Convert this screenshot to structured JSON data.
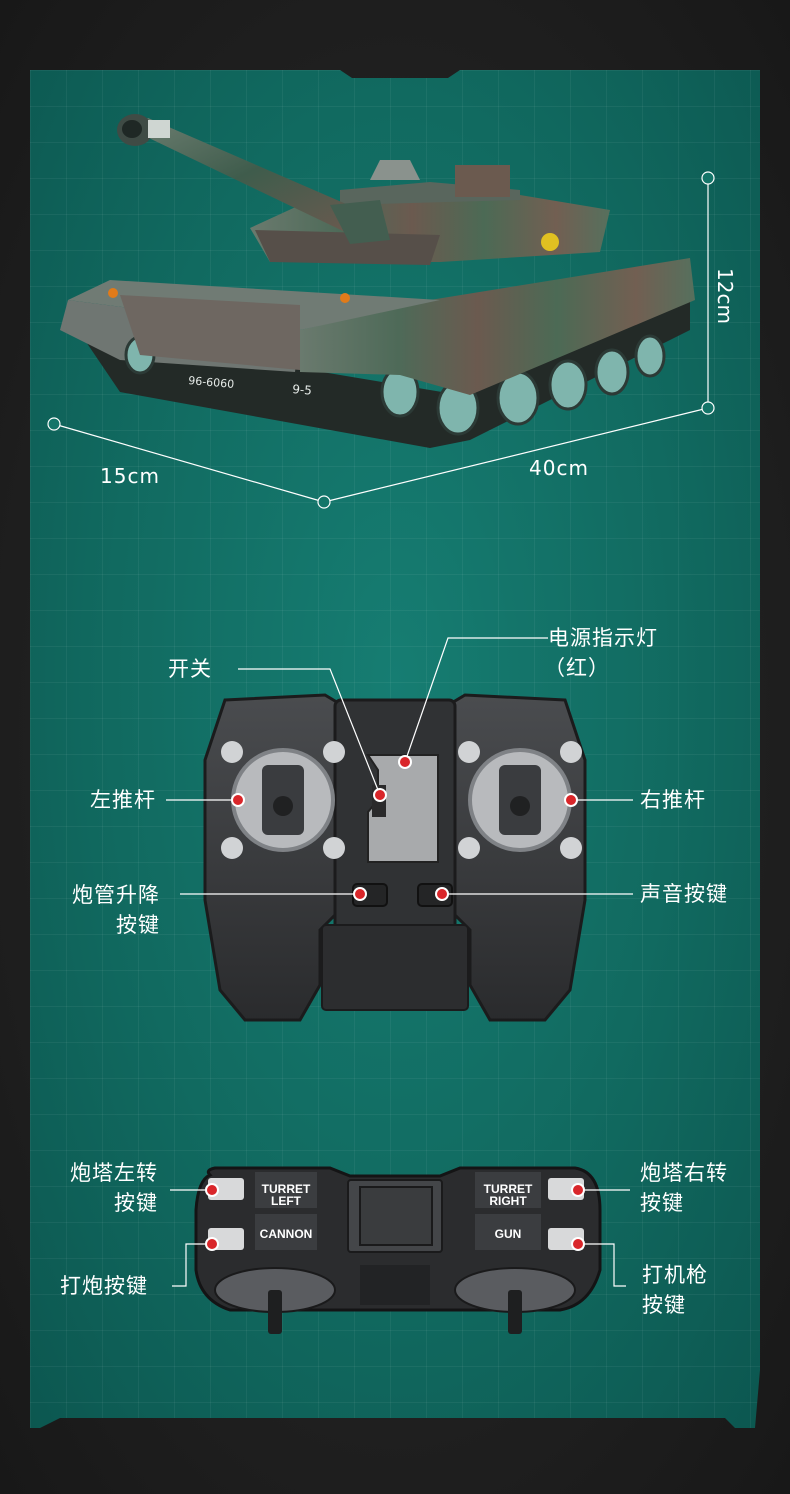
{
  "dimensions": {
    "height": "12cm",
    "width": "15cm",
    "length": "40cm"
  },
  "tank_markings": {
    "hull_number": "96-6060",
    "side_number": "9-5"
  },
  "remote_front": {
    "power_switch": "开关",
    "power_light_line1": "电源指示灯",
    "power_light_line2": "（红）",
    "left_stick": "左推杆",
    "right_stick": "右推杆",
    "barrel_button_line1": "炮管升降",
    "barrel_button_line2": "按键",
    "sound_button": "声音按键"
  },
  "remote_top": {
    "turret_left_line1": "炮塔左转",
    "turret_left_line2": "按键",
    "turret_right_line1": "炮塔右转",
    "turret_right_line2": "按键",
    "fire_cannon": "打炮按键",
    "machine_gun_line1": "打机枪",
    "machine_gun_line2": "按键",
    "plate_turret_left_1": "TURRET",
    "plate_turret_left_2": "LEFT",
    "plate_turret_right_1": "TURRET",
    "plate_turret_right_2": "RIGHT",
    "plate_cannon": "CANNON",
    "plate_gun": "GUN"
  },
  "colors": {
    "background": "#1f1f1f",
    "panel": "#147569",
    "marker_red": "#d9262a",
    "tank_green": "#4c6a55",
    "tank_brown": "#6b5a4f"
  }
}
